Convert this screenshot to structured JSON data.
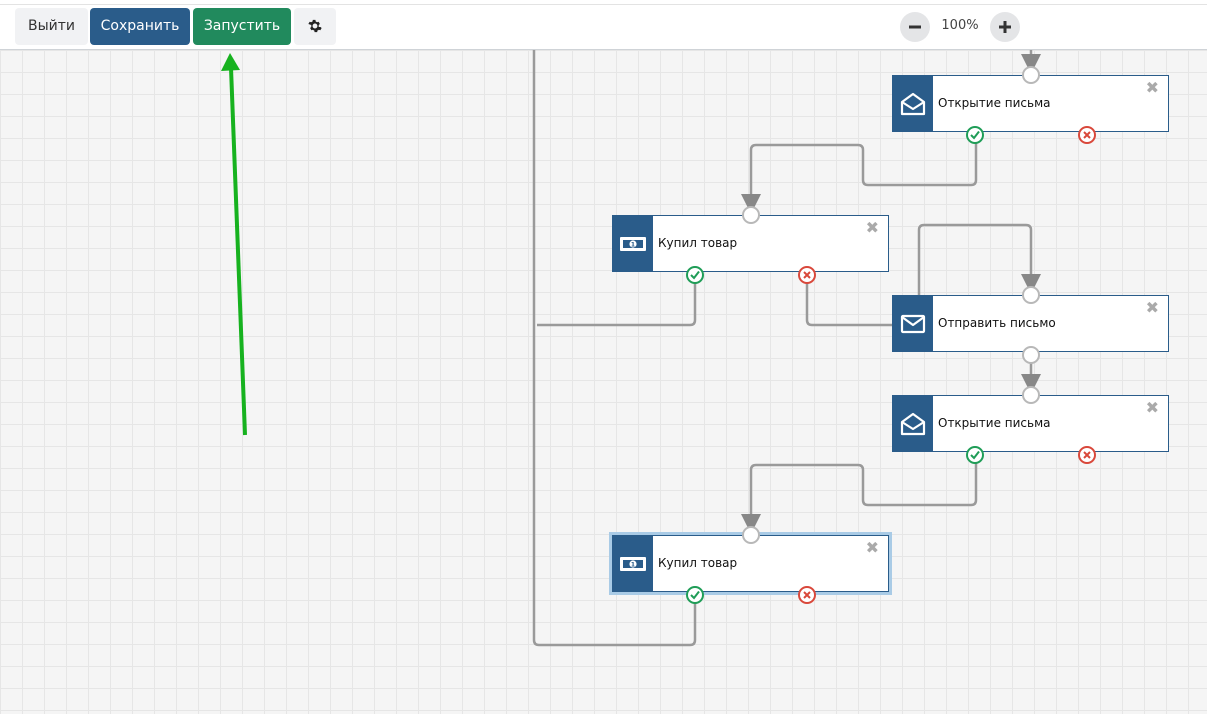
{
  "toolbar": {
    "exit_label": "Выйти",
    "save_label": "Сохранить",
    "run_label": "Запустить",
    "settings_icon": "gear-icon"
  },
  "zoom": {
    "level": "100%",
    "minus_icon": "minus-icon",
    "plus_icon": "plus-icon"
  },
  "nodes": [
    {
      "title": "Открытие письма",
      "icon": "envelope-open-icon",
      "close": "✖"
    },
    {
      "title": "Купил товар",
      "icon": "banknote-icon",
      "close": "✖"
    },
    {
      "title": "Отправить письмо",
      "icon": "envelope-icon",
      "close": "✖"
    },
    {
      "title": "Открытие письма",
      "icon": "envelope-open-icon",
      "close": "✖"
    },
    {
      "title": "Купил товар",
      "icon": "banknote-icon",
      "close": "✖"
    }
  ],
  "colors": {
    "save": "#2a5c8a",
    "run": "#218a5d",
    "node_accent": "#2a5c8a",
    "success": "#1f9d57",
    "failure": "#d9483b",
    "annotation_arrow": "#17b21f"
  }
}
